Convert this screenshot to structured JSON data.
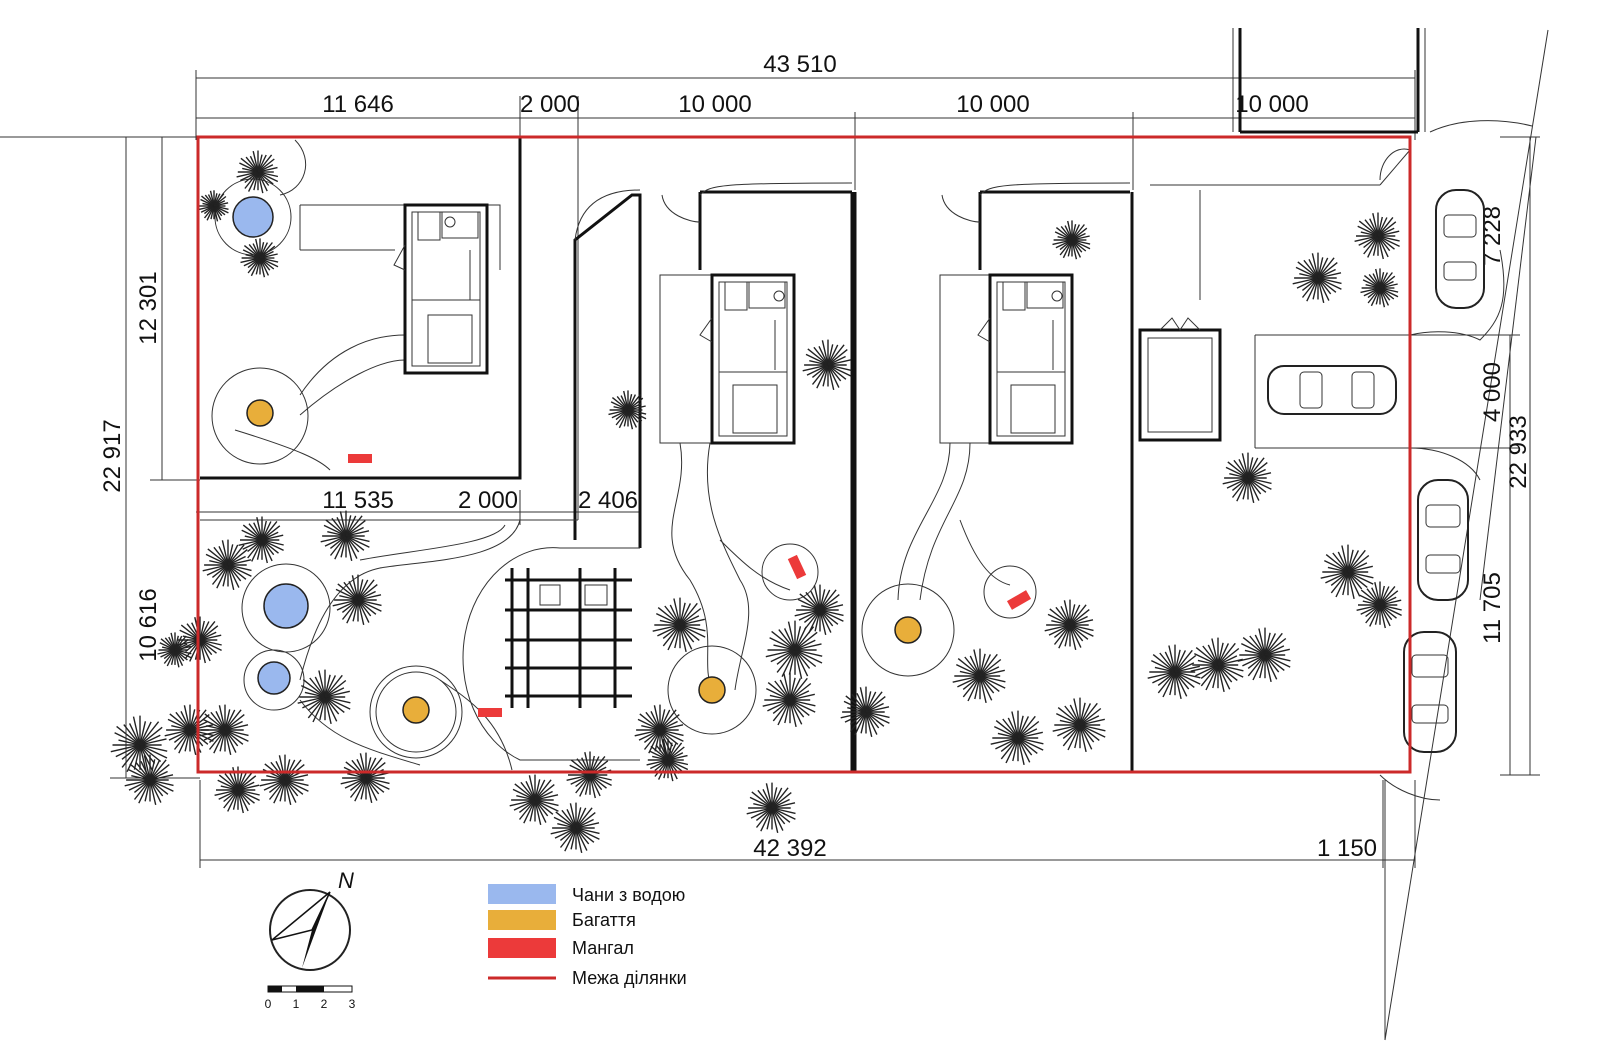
{
  "dimensions": {
    "top_total": "43 510",
    "top_seg_1": "11 646",
    "top_seg_2": "2 000",
    "top_seg_3": "10 000",
    "top_seg_4": "10 000",
    "top_seg_5": "10 000",
    "mid_seg_1": "11 535",
    "mid_seg_2": "2 000",
    "mid_seg_3": "2 406",
    "bottom_total": "42 392",
    "bottom_right": "1 150",
    "left_total": "22 917",
    "left_upper": "12 301",
    "left_lower": "10 616",
    "right_total": "22 933",
    "right_upper": "7 228",
    "right_mid": "4 000",
    "right_lower": "11 705"
  },
  "legend": [
    {
      "label": "Чани з водою",
      "color": "#9ab8ee"
    },
    {
      "label": "Багаття",
      "color": "#e8ae3a"
    },
    {
      "label": "Мангал",
      "color": "#ec3a3a"
    },
    {
      "label": "Межа ділянки",
      "color": "#cc2a2a"
    }
  ],
  "north_label": "N",
  "scale_labels": [
    "0",
    "1",
    "2",
    "3"
  ],
  "colors": {
    "boundary": "#cc2a2a",
    "water_tub": "#9ab8ee",
    "bonfire": "#e8ae3a",
    "grill": "#ec3a3a"
  }
}
